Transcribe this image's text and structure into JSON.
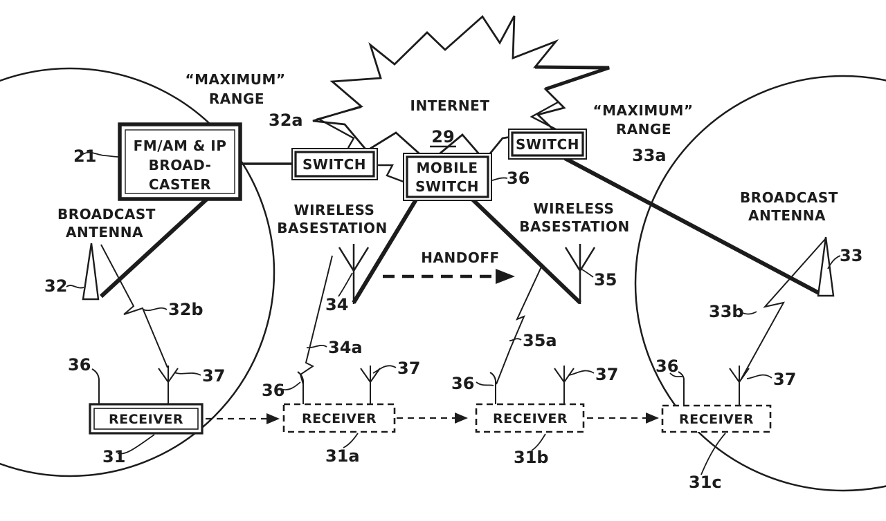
{
  "colors": {
    "ink": "#1c1c1c",
    "background": "#ffffff"
  },
  "labels": {
    "maximum_range": {
      "line1": "“MAXIMUM”",
      "line2": "RANGE"
    },
    "internet": "INTERNET",
    "broadcaster": {
      "line1": "FM/AM & IP",
      "line2": "BROAD-",
      "line3": "CASTER"
    },
    "switch": "SWITCH",
    "mobile_switch": {
      "line1": "MOBILE",
      "line2": "SWITCH"
    },
    "broadcast_antenna": {
      "line1": "BROADCAST",
      "line2": "ANTENNA"
    },
    "wireless_basestation": {
      "line1": "WIRELESS",
      "line2": "BASESTATION"
    },
    "handoff": "HANDOFF",
    "receiver": "RECEIVER"
  },
  "refs": {
    "r21": "21",
    "r29": "29",
    "r31": "31",
    "r31a": "31a",
    "r31b": "31b",
    "r31c": "31c",
    "r32": "32",
    "r32a": "32a",
    "r32b": "32b",
    "r33": "33",
    "r33a": "33a",
    "r33b": "33b",
    "r34": "34",
    "r34a": "34a",
    "r35": "35",
    "r35a": "35a",
    "r36": "36",
    "r37": "37"
  }
}
